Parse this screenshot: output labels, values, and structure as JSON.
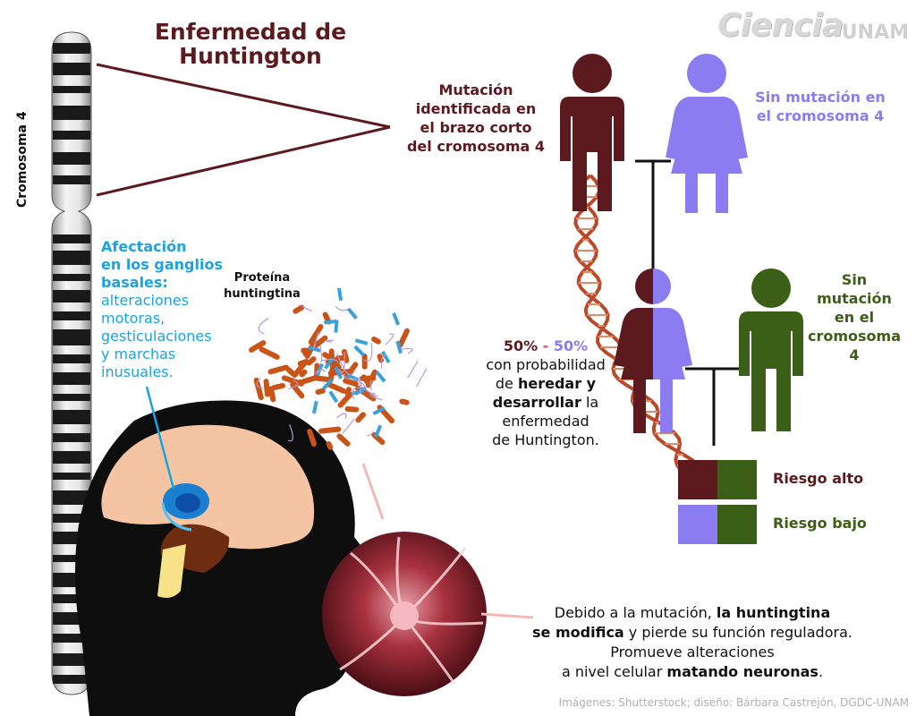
{
  "title": {
    "line1": "Enfermedad de",
    "line2": "Huntington"
  },
  "logo": {
    "main": "Ciencia",
    "sub": "UNAM"
  },
  "chromosome": {
    "label": "Cromosoma 4"
  },
  "mutation_label": {
    "line1": "Mutación",
    "line2": "identificada en",
    "line3": "el brazo corto",
    "line4": "del cromosoma 4"
  },
  "parent_female": {
    "line1": "Sin mutación en",
    "line2": "el cromosoma 4"
  },
  "partner_male": {
    "line1": "Sin",
    "line2": "mutación",
    "line3": "en el",
    "line4": "cromosoma",
    "line5": "4"
  },
  "affectation": {
    "head1": "Afectación",
    "head2": "en los ganglios",
    "head3": "basales:",
    "body1": "alteraciones",
    "body2": "motoras,",
    "body3": "gesticulaciones",
    "body4": "y marchas",
    "body5": "inusuales."
  },
  "protein": {
    "line1": "Proteína",
    "line2": "huntingtina"
  },
  "probability": {
    "pct_a": "50%",
    "sep": " - ",
    "pct_b": "50%",
    "line2": "con probabilidad",
    "line3_pre": "de ",
    "line3_bold": "heredar y",
    "line4_bold": "desarrollar",
    "line4_post": " la",
    "line5": "enfermedad",
    "line6": "de Huntington."
  },
  "risk": {
    "high": "Riesgo alto",
    "low": "Riesgo bajo"
  },
  "neuron_note": {
    "l1_pre": "Debido a la mutación, ",
    "l1_bold": "la huntingtina",
    "l2_bold": "se modifica",
    "l2_post": " y pierde su función reguladora.",
    "l3": "Promueve alteraciones",
    "l4_pre": "a nivel celular ",
    "l4_bold": "matando neuronas",
    "l4_post": "."
  },
  "credit": "Imágenes: Shutterstock; diseño: Bárbara Castrejón, DGDC-UNAM",
  "colors": {
    "maroon": "#5c1a1f",
    "purple": "#8b7cf2",
    "green": "#3c5f17",
    "cyan": "#1aa3df",
    "dna": "#b84a2a"
  }
}
